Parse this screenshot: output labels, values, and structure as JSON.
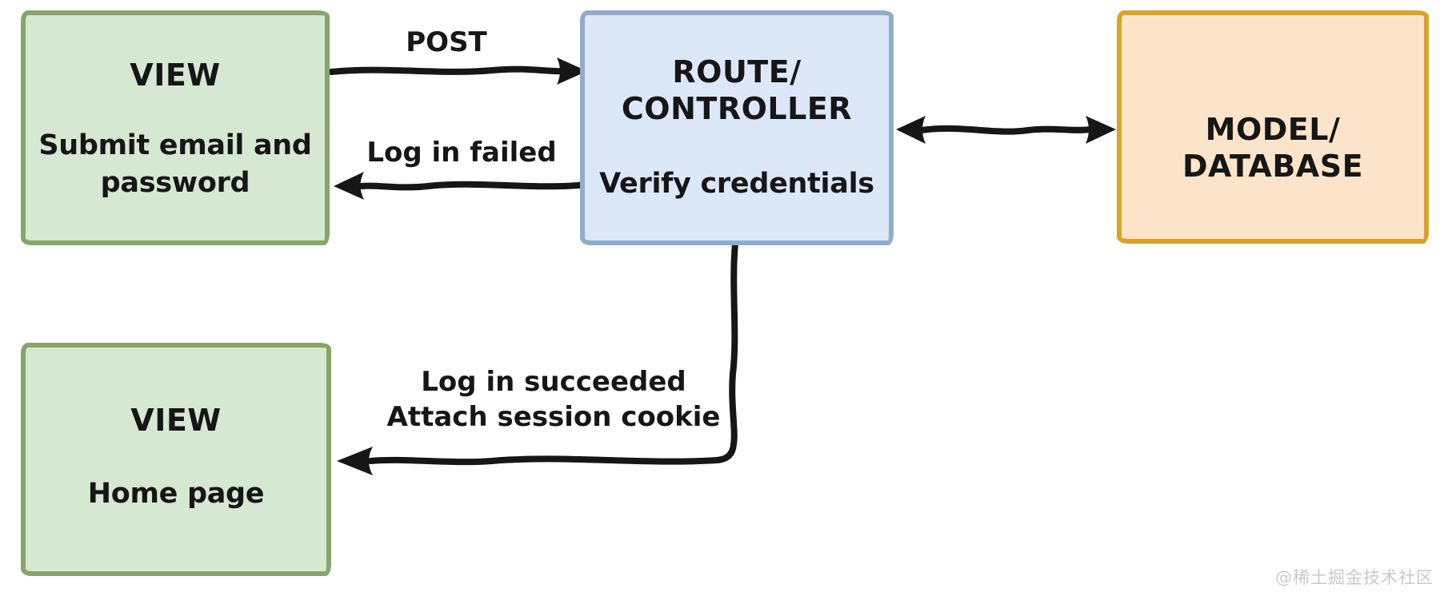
{
  "diagram": {
    "nodes": {
      "view_login": {
        "title": "VIEW",
        "body_line1": "Submit email and",
        "body_line2": "password"
      },
      "route_controller": {
        "title_line1": "ROUTE/",
        "title_line2": "CONTROLLER",
        "body": "Verify credentials"
      },
      "model_database": {
        "title_line1": "MODEL/",
        "title_line2": "DATABASE"
      },
      "view_home": {
        "title": "VIEW",
        "body": "Home page"
      }
    },
    "edge_labels": {
      "post": "POST",
      "login_failed": "Log in failed",
      "login_succeeded_line1": "Log in succeeded",
      "login_succeeded_line2": "Attach session cookie"
    },
    "colors": {
      "green_fill": "#d6e7d2",
      "green_border": "#87a569",
      "blue_fill": "#dce7f8",
      "blue_border": "#90accd",
      "orange_fill": "#fce4cb",
      "orange_border": "#d9a328",
      "ink": "#161616",
      "watermark": "#c9c9c9"
    },
    "watermark": "@稀土掘金技术社区"
  }
}
